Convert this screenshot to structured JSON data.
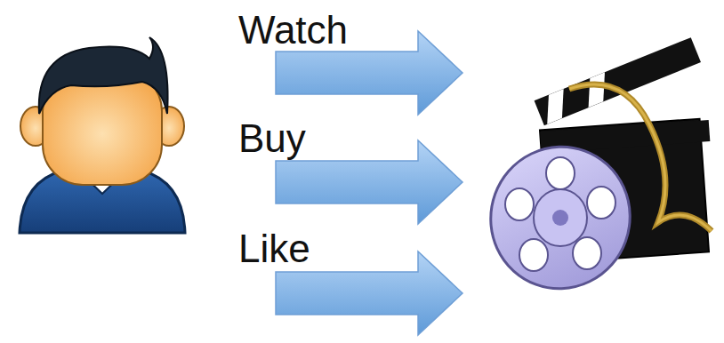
{
  "diagram": {
    "labels": [
      "Watch",
      "Buy",
      "Like"
    ]
  }
}
